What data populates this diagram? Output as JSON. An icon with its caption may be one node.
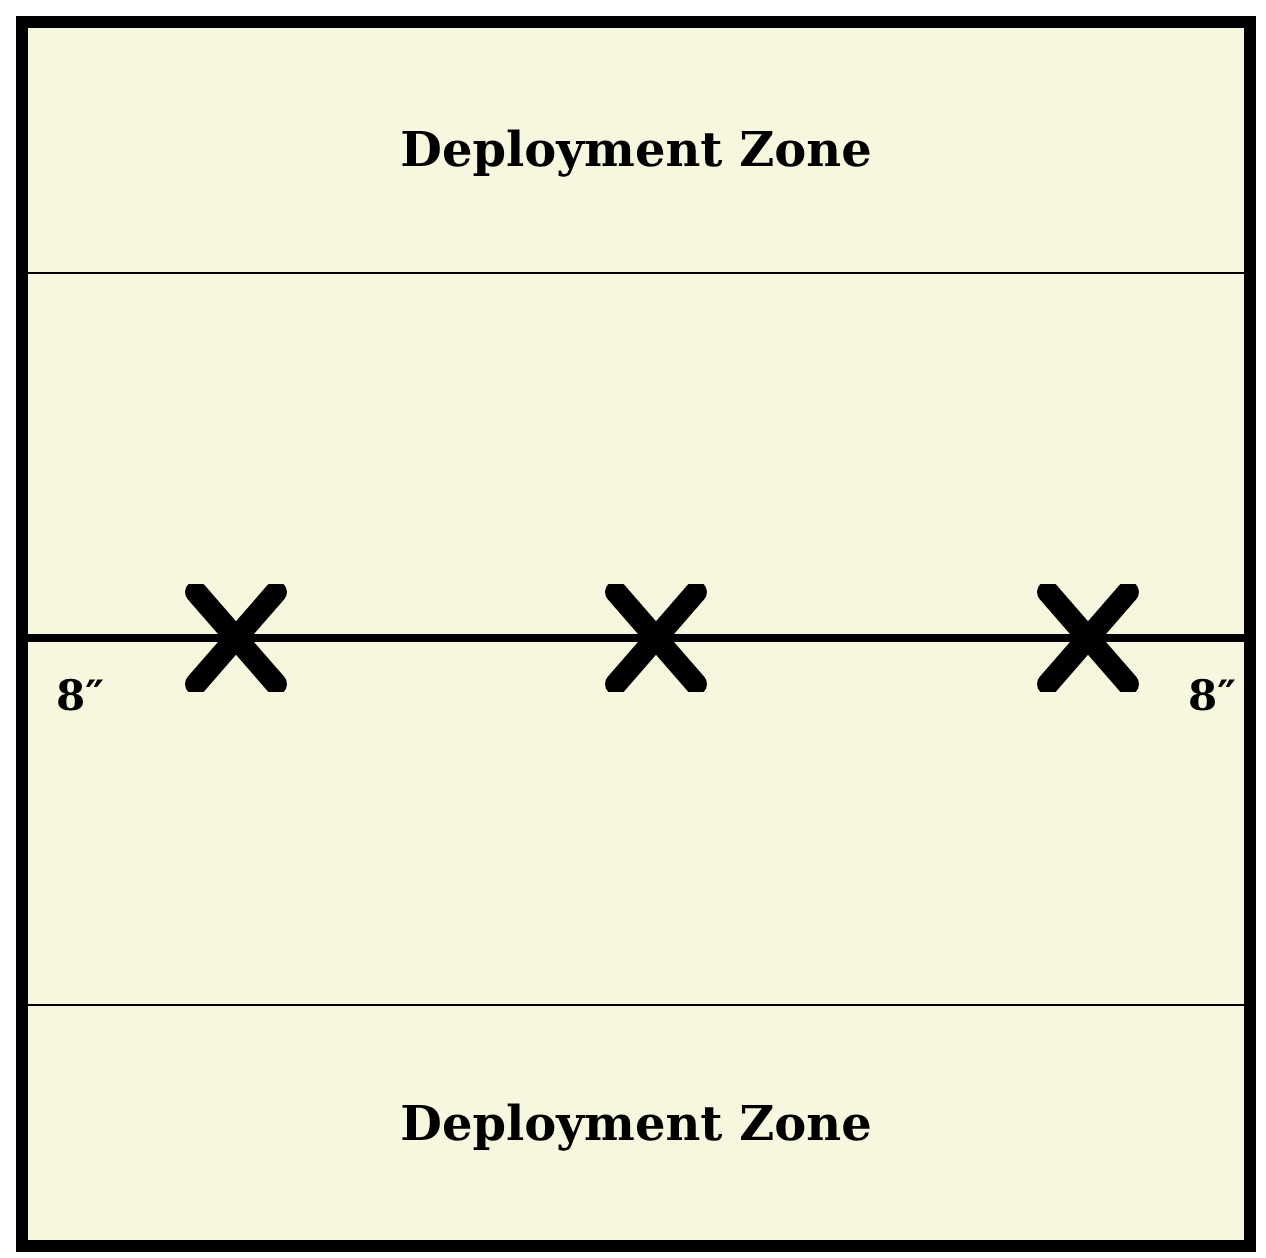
{
  "diagram": {
    "nodes": [
      {
        "text": [],
        "shape": "box"
      },
      {
        "text": [
          "Deployment Zone"
        ],
        "in": 0
      },
      {
        "text": [
          "Deployment Zone"
        ],
        "in": 0
      }
    ],
    "edges": [],
    "labels": [
      "8″",
      "8″"
    ]
  }
}
